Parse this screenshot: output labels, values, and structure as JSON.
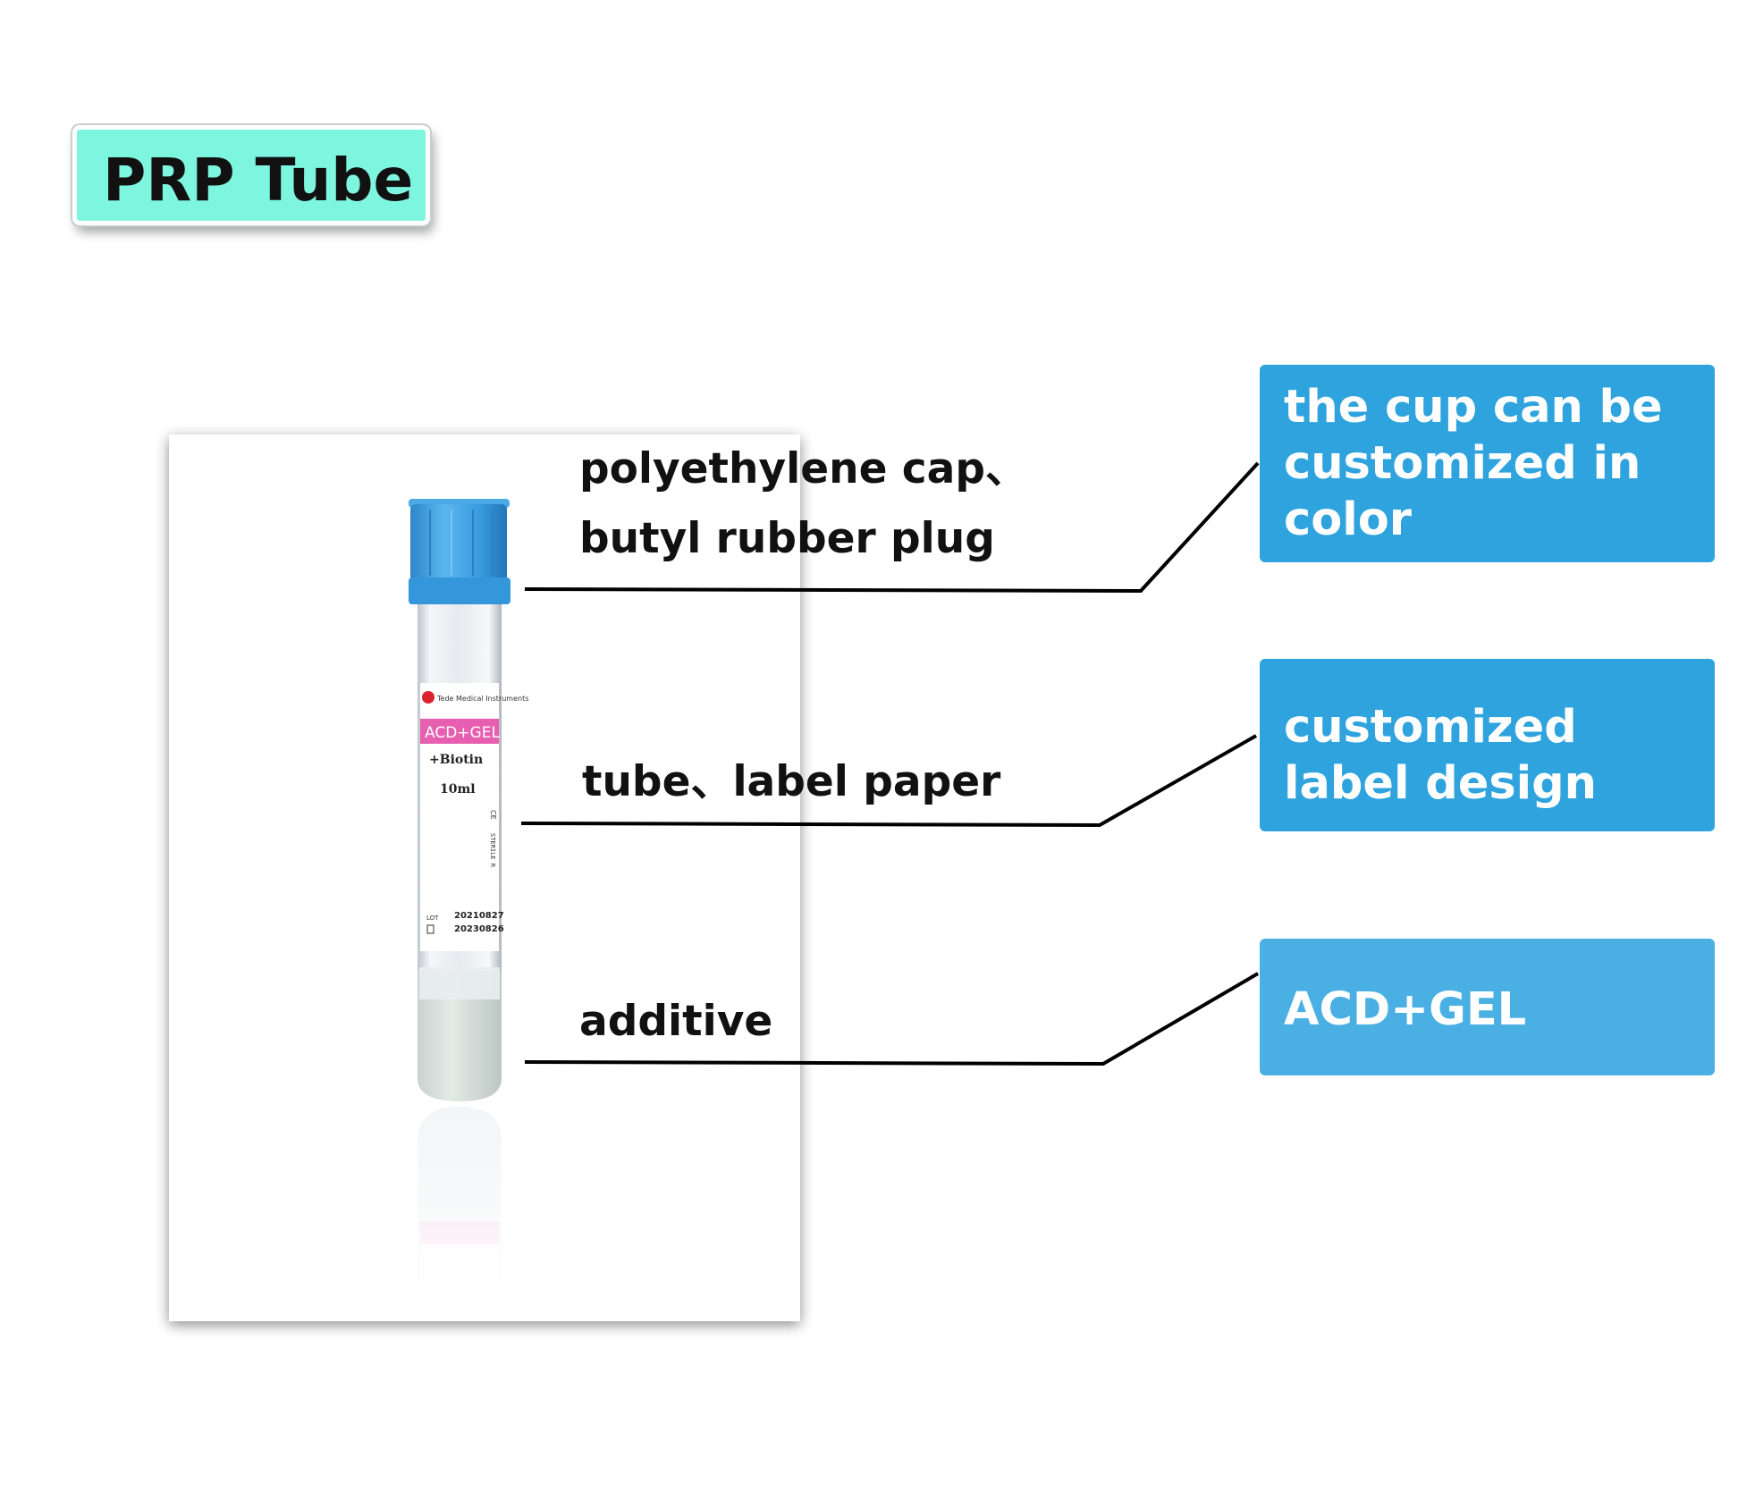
{
  "title": "PRP Tube",
  "parts": [
    {
      "line1": "polyethylene cap、",
      "line2": "butyl rubber plug"
    },
    {
      "line1": "tube、label paper"
    },
    {
      "line1": "additive"
    }
  ],
  "callouts": [
    {
      "text": "the cup can be customized in color"
    },
    {
      "text": "customized label design"
    },
    {
      "text": "ACD+GEL"
    }
  ],
  "tube_label": {
    "brand": "Tede Medical Instruments",
    "additive": "ACD+GEL",
    "extra": "+Biotin",
    "volume": "10ml",
    "sterile": "STERILE R",
    "ce": "CE",
    "lot_symbol": "LOT",
    "lot": "20210827",
    "expiry": "20230826"
  },
  "colors": {
    "title_bg": "#7ef5df",
    "callout_bg": "#2ea3dd",
    "cap": "#3b9fe0",
    "label_band": "#e75fb0"
  }
}
